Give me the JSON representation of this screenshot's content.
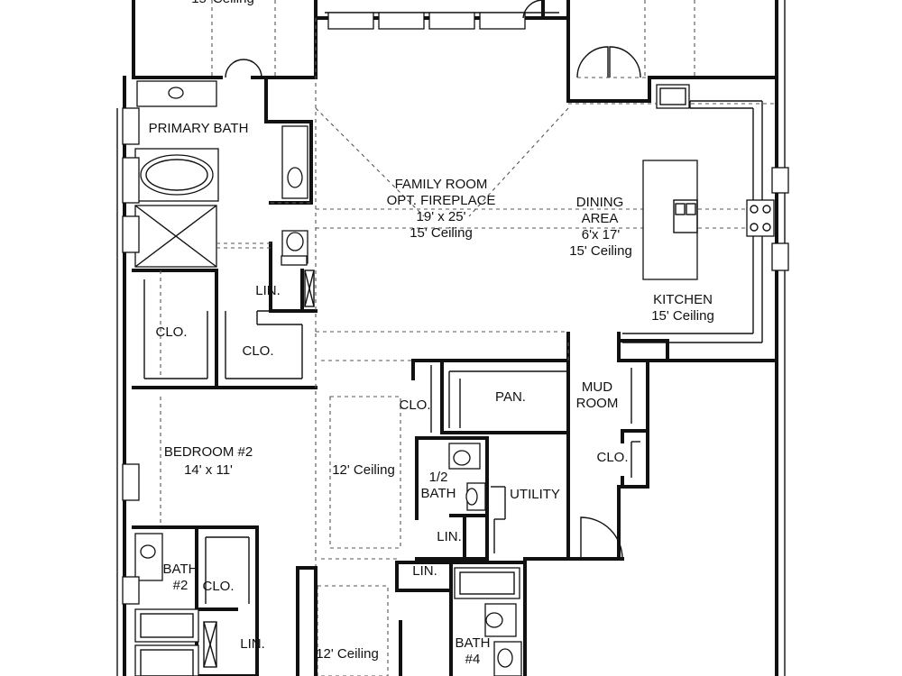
{
  "colors": {
    "wall": "#111111",
    "background": "#ffffff",
    "dashed_line": "#555555"
  },
  "rooms": {
    "top_left_ceiling": "15' Ceiling",
    "primary_bath": "PRIMARY BATH",
    "family_room": {
      "name": "FAMILY ROOM",
      "note": "OPT. FIREPLACE",
      "size": "19' x 25'",
      "ceiling": "15' Ceiling"
    },
    "dining": {
      "name1": "DINING",
      "name2": "AREA",
      "size": "6'x 17'",
      "ceiling": "15' Ceiling"
    },
    "kitchen": {
      "name": "KITCHEN",
      "ceiling": "15' Ceiling"
    },
    "lin_primary": "LIN.",
    "clo_primary_left": "CLO.",
    "clo_primary_right": "CLO.",
    "clo_hall": "CLO.",
    "pantry": "PAN.",
    "mud_room": {
      "name1": "MUD",
      "name2": "ROOM"
    },
    "clo_mud": "CLO.",
    "bedroom2": {
      "name": "BEDROOM #2",
      "size": "14' x 11'"
    },
    "hall_ceiling_upper": "12' Ceiling",
    "half_bath": {
      "name1": "1/2",
      "name2": "BATH"
    },
    "utility": "UTILITY",
    "lin_half_bath": "LIN.",
    "lin_hall_lower": "LIN.",
    "bath2": {
      "name1": "BATH",
      "name2": "#2"
    },
    "clo_bath2": "CLO.",
    "lin_bath2": "LIN.",
    "hall_ceiling_lower": "12' Ceiling",
    "bath4": {
      "name1": "BATH",
      "name2": "#4"
    }
  }
}
